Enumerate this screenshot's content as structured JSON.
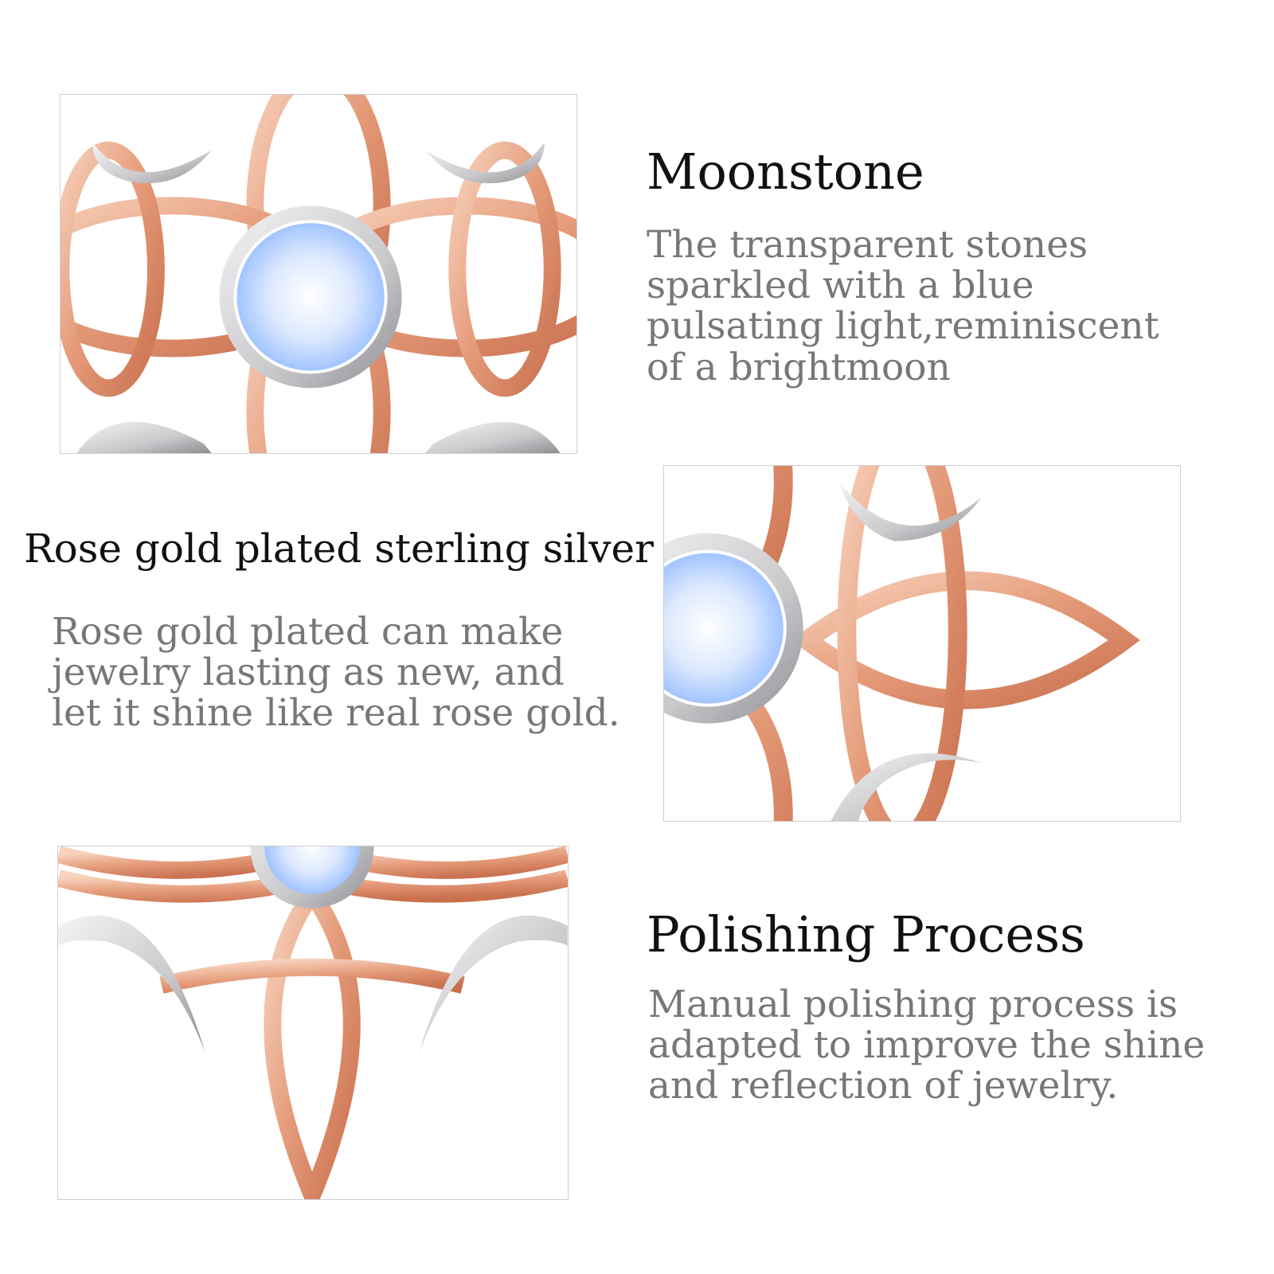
{
  "sections": [
    {
      "title": "Moonstone",
      "description": "The transparent stones\nsparkled with a blue\npulsating light,reminiscent\nof a brightmoon"
    },
    {
      "title": "Rose gold plated sterling silver",
      "description": "Rose gold plated can make\njewelry lasting as new, and\nlet it shine like real rose gold."
    },
    {
      "title": "Polishing Process",
      "description": "Manual polishing process is\nadapted to improve the shine\nand reflection of jewelry."
    }
  ],
  "colors": {
    "rose_gold": "#e49a78",
    "rose_gold_highlight": "#f8d2bd",
    "silver": "#c9c9cc",
    "silver_highlight": "#f4f4f6",
    "moonstone": "#dde9ff",
    "moonstone_glow": "#9fc3ff",
    "heading_text": "#111111",
    "body_text": "#777777"
  }
}
